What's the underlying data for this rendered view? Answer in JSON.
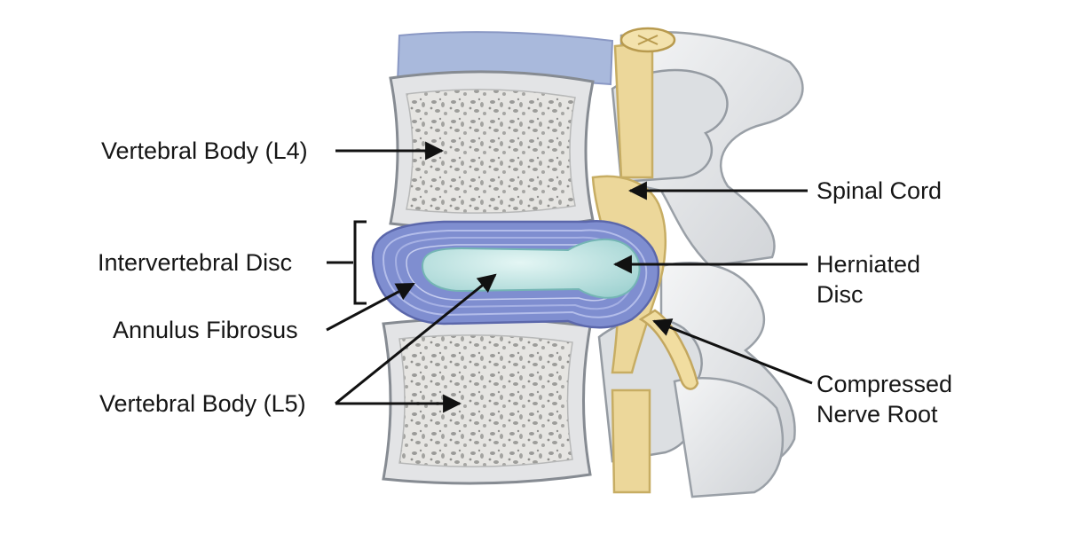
{
  "labels": {
    "vertebral_body_l4": "Vertebral Body (L4)",
    "intervertebral_disc": "Intervertebral Disc",
    "annulus_fibrosus": "Annulus Fibrosus",
    "vertebral_body_l5": "Vertebral Body (L5)",
    "spinal_cord": "Spinal Cord",
    "herniated_disc": [
      "Herniated",
      "Disc"
    ],
    "compressed_nerve_root": [
      "Compressed",
      "Nerve Root"
    ]
  },
  "colors": {
    "bone_outline": "#8a8f96",
    "bone_fill": "#e9eaec",
    "spongy_bone": "#d6d6d4",
    "disc_outer": "#7f8ed0",
    "disc_inner": "#bfe4e2",
    "spinal_cord": "#ecd79a",
    "upper_disc": "#9fb2d8",
    "arrow": "#111111"
  }
}
